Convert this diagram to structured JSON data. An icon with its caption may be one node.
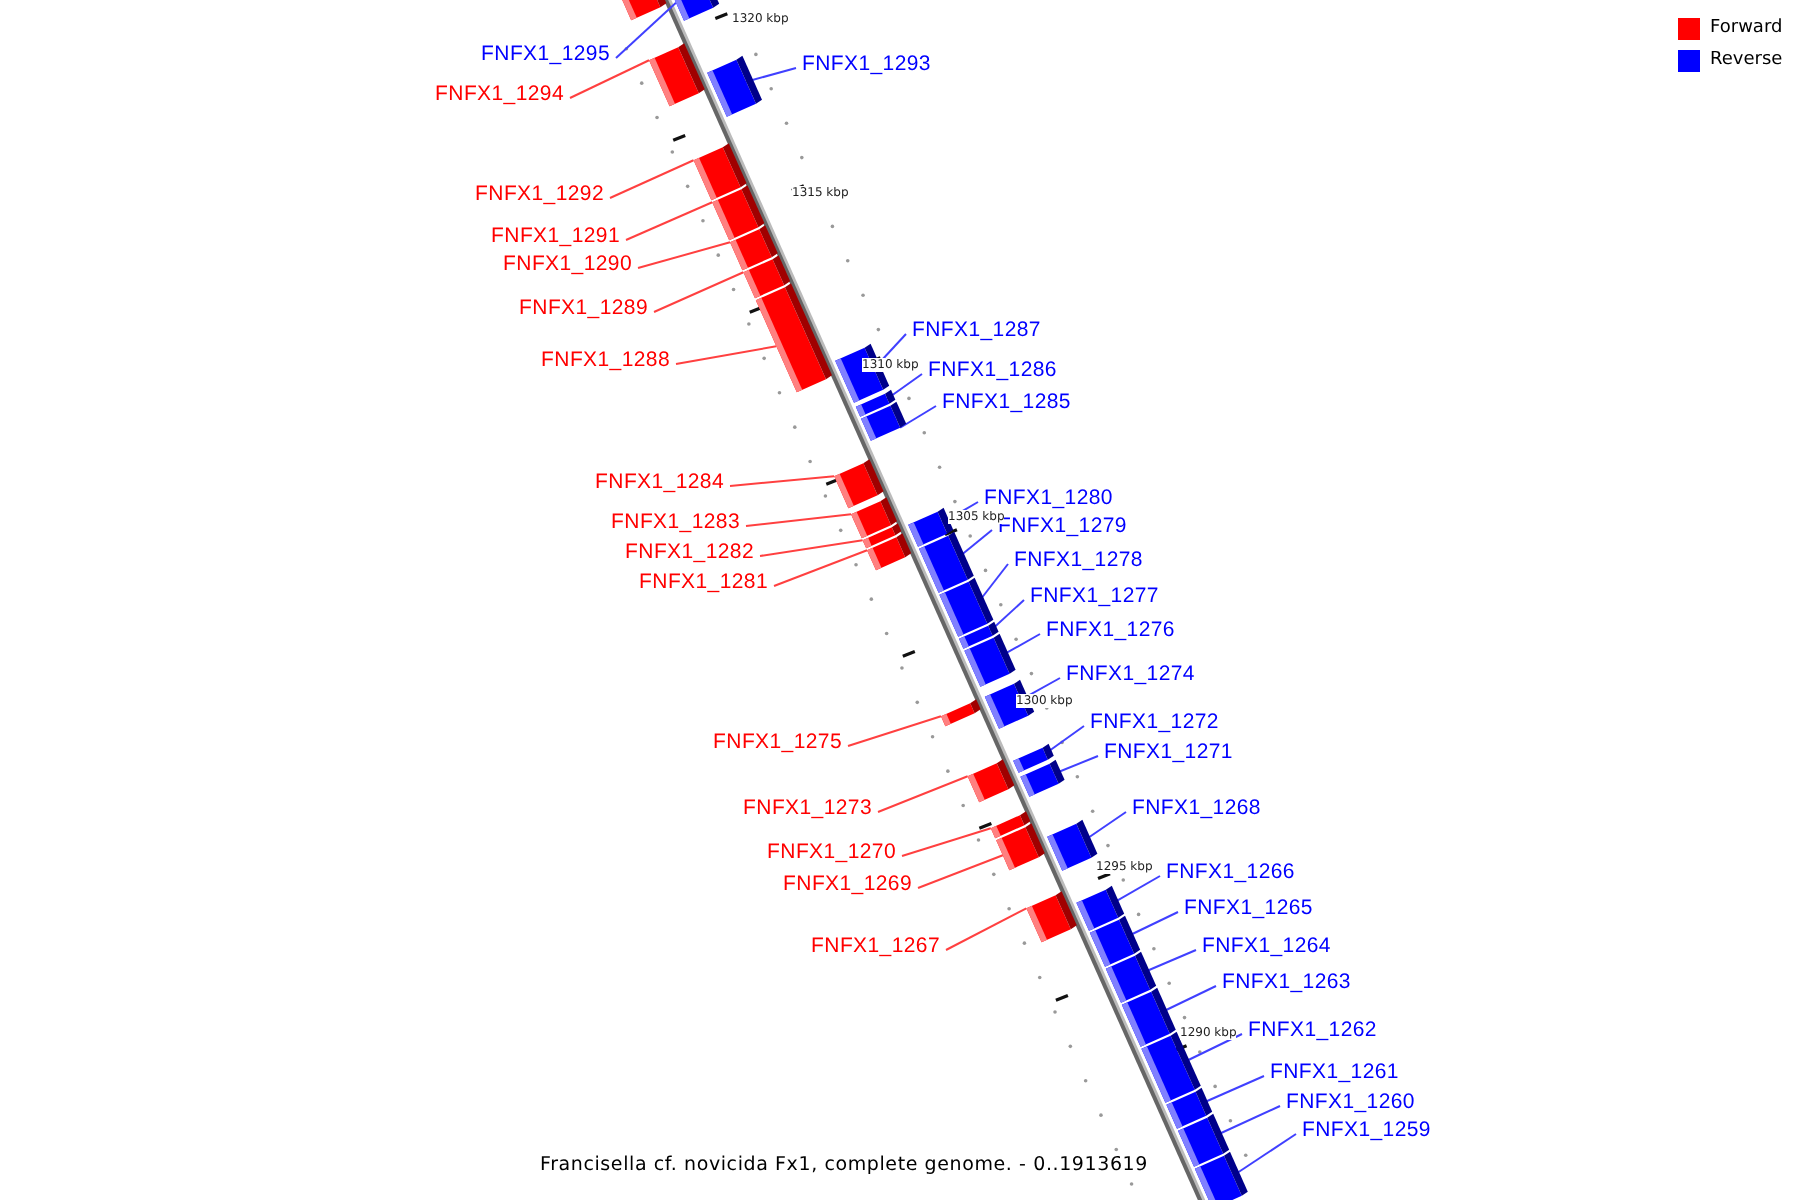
{
  "diagram": {
    "caption": "Francisella cf. novicida Fx1, complete genome. - 0..1913619",
    "nodes": [
      {
        "text": [],
        "shape": "bar"
      },
      {
        "text": [
          "FNFX1_1295"
        ]
      },
      {
        "text": [],
        "shape": "bar"
      },
      {
        "text": [
          "FNFX1_1294"
        ]
      },
      {
        "text": [],
        "shape": "bar"
      },
      {
        "text": [
          "FNFX1_1293"
        ]
      },
      {
        "text": [],
        "shape": "bar"
      },
      {
        "text": [
          "FNFX1_1292"
        ]
      },
      {
        "text": [],
        "shape": "bar"
      },
      {
        "text": [
          "FNFX1_1291"
        ]
      },
      {
        "text": [],
        "shape": "bar"
      },
      {
        "text": [
          "FNFX1_1290"
        ]
      },
      {
        "text": [],
        "shape": "bar"
      },
      {
        "text": [
          "FNFX1_1289"
        ]
      },
      {
        "text": [],
        "shape": "bar"
      },
      {
        "text": [
          "FNFX1_1287"
        ]
      },
      {
        "text": [],
        "shape": "bar"
      },
      {
        "text": [
          "FNFX1_1288"
        ]
      },
      {
        "text": [],
        "shape": "bar"
      },
      {
        "text": [
          "FNFX1_1286"
        ]
      },
      {
        "text": [],
        "shape": "bar"
      },
      {
        "text": [
          "FNFX1_1285"
        ]
      },
      {
        "text": [],
        "shape": "bar"
      },
      {
        "text": [
          "FNFX1_1284"
        ]
      },
      {
        "text": [],
        "shape": "bar"
      },
      {
        "text": [
          "FNFX1_1280"
        ]
      },
      {
        "text": [],
        "shape": "bar"
      },
      {
        "text": [
          "FNFX1_1283"
        ]
      },
      {
        "text": [],
        "shape": "bar"
      },
      {
        "text": [
          "FNFX1_1279"
        ]
      },
      {
        "text": [],
        "shape": "bar"
      },
      {
        "text": [
          "FNFX1_1282"
        ]
      },
      {
        "text": [],
        "shape": "bar"
      },
      {
        "text": [
          "FNFX1_1278"
        ]
      },
      {
        "text": [],
        "shape": "bar"
      },
      {
        "text": [
          "FNFX1_1281"
        ]
      },
      {
        "text": [],
        "shape": "bar"
      },
      {
        "text": [
          "FNFX1_1277"
        ]
      },
      {
        "text": [],
        "shape": "bar"
      },
      {
        "text": [
          "FNFX1_1276"
        ]
      },
      {
        "text": [],
        "shape": "bar"
      },
      {
        "text": [
          "FNFX1_1274"
        ]
      },
      {
        "text": [],
        "shape": "bar"
      },
      {
        "text": [
          "FNFX1_1272"
        ]
      },
      {
        "text": [],
        "shape": "bar"
      },
      {
        "text": [
          "FNFX1_1275"
        ]
      },
      {
        "text": [],
        "shape": "bar"
      },
      {
        "text": [
          "FNFX1_1271"
        ]
      },
      {
        "text": [],
        "shape": "bar"
      },
      {
        "text": [
          "FNFX1_1273"
        ]
      },
      {
        "text": [],
        "shape": "bar"
      },
      {
        "text": [
          "FNFX1_1268"
        ]
      },
      {
        "text": [],
        "shape": "bar"
      },
      {
        "text": [
          "FNFX1_1270"
        ]
      },
      {
        "text": [],
        "shape": "bar"
      },
      {
        "text": [
          "FNFX1_1266"
        ]
      },
      {
        "text": [],
        "shape": "bar"
      },
      {
        "text": [
          "FNFX1_1269"
        ]
      },
      {
        "text": [],
        "shape": "bar"
      },
      {
        "text": [
          "FNFX1_1265"
        ]
      },
      {
        "text": [],
        "shape": "bar"
      },
      {
        "text": [
          "FNFX1_1267"
        ]
      },
      {
        "text": [],
        "shape": "bar"
      },
      {
        "text": [
          "FNFX1_1264"
        ]
      },
      {
        "text": [],
        "shape": "bar"
      },
      {
        "text": [
          "FNFX1_1263"
        ]
      },
      {
        "text": [],
        "shape": "bar"
      },
      {
        "text": [
          "FNFX1_1262"
        ]
      },
      {
        "text": [],
        "shape": "bar"
      },
      {
        "text": [
          "FNFX1_1261"
        ]
      },
      {
        "text": [],
        "shape": "bar"
      },
      {
        "text": [
          "FNFX1_1260"
        ]
      },
      {
        "text": [],
        "shape": "bar"
      },
      {
        "text": [
          "FNFX1_1259"
        ]
      },
      {
        "text": [],
        "shape": "bar"
      }
    ],
    "edges": [
      {
        "from": 1,
        "to": 2,
        "arrow": "none"
      },
      {
        "from": 3,
        "to": 4,
        "arrow": "none",
        "color": "#ff4040"
      },
      {
        "from": 5,
        "to": 6,
        "arrow": "none"
      },
      {
        "from": 7,
        "to": 8,
        "arrow": "none",
        "color": "#ff4040"
      },
      {
        "from": 9,
        "to": 10,
        "arrow": "none",
        "color": "#ff4040"
      },
      {
        "from": 11,
        "to": 12,
        "arrow": "none",
        "color": "#ff4040"
      },
      {
        "from": 13,
        "to": 14,
        "arrow": "none",
        "color": "#ff4040"
      },
      {
        "from": 15,
        "to": 16,
        "arrow": "none"
      },
      {
        "from": 17,
        "to": 18,
        "arrow": "none",
        "color": "#ff4040"
      },
      {
        "from": 19,
        "to": 20,
        "arrow": "none"
      },
      {
        "from": 21,
        "to": 22,
        "arrow": "none"
      },
      {
        "from": 23,
        "to": 24,
        "arrow": "none",
        "color": "#ff4040"
      },
      {
        "from": 25,
        "to": 26,
        "arrow": "none"
      },
      {
        "from": 27,
        "to": 28,
        "arrow": "none",
        "color": "#ff4040"
      },
      {
        "from": 29,
        "to": 30,
        "arrow": "none"
      },
      {
        "from": 31,
        "to": 32,
        "arrow": "none",
        "color": "#ff4040"
      },
      {
        "from": 33,
        "to": 34,
        "arrow": "none"
      },
      {
        "from": 35,
        "to": 36,
        "arrow": "none",
        "color": "#ff4040"
      },
      {
        "from": 37,
        "to": 38,
        "arrow": "none"
      },
      {
        "from": 39,
        "to": 40,
        "arrow": "none"
      },
      {
        "from": 41,
        "to": 42,
        "arrow": "none"
      },
      {
        "from": 43,
        "to": 44,
        "arrow": "none"
      },
      {
        "from": 45,
        "to": 46,
        "arrow": "none",
        "color": "#ff4040"
      },
      {
        "from": 47,
        "to": 48,
        "arrow": "none"
      },
      {
        "from": 49,
        "to": 50,
        "arrow": "none",
        "color": "#ff4040"
      },
      {
        "from": 51,
        "to": 52,
        "arrow": "none"
      },
      {
        "from": 53,
        "to": 54,
        "arrow": "none",
        "color": "#ff4040"
      },
      {
        "from": 55,
        "to": 56,
        "arrow": "none"
      },
      {
        "from": 57,
        "to": 58,
        "arrow": "none",
        "color": "#ff4040"
      },
      {
        "from": 59,
        "to": 60,
        "arrow": "none"
      },
      {
        "from": 61,
        "to": 62,
        "arrow": "none",
        "color": "#ff4040"
      },
      {
        "from": 63,
        "to": 64,
        "arrow": "none"
      },
      {
        "from": 65,
        "to": 66,
        "arrow": "none"
      },
      {
        "from": 67,
        "to": 68,
        "arrow": "none"
      },
      {
        "from": 69,
        "to": 70,
        "arrow": "none"
      },
      {
        "from": 71,
        "to": 72,
        "arrow": "none"
      },
      {
        "from": 73,
        "to": 74,
        "arrow": "none"
      }
    ],
    "labels": [
      "1320 kbp",
      "1315 kbp",
      "1310 kbp",
      "1305 kbp",
      "1300 kbp",
      "1295 kbp",
      "1290 kbp"
    ],
    "legend": [
      {
        "text": "Forward",
        "color": "#ff0000"
      },
      {
        "text": "Reverse",
        "color": "#0000ff"
      }
    ]
  }
}
